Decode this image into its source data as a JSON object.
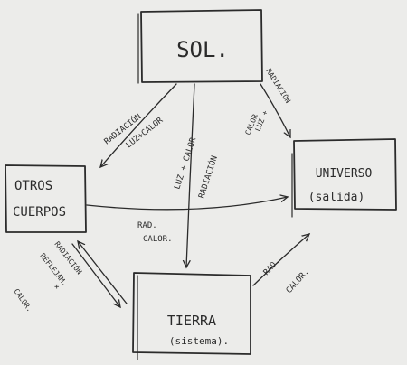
{
  "nodes": {
    "sol": {
      "label": "SOL."
    },
    "otros": {
      "line1": "OTROS",
      "line2": "CUERPOS"
    },
    "universo": {
      "line1": "UNIVERSO",
      "line2": "(salida)"
    },
    "tierra": {
      "line1": "TIERRA",
      "line2": "(sistema)."
    }
  },
  "edges": {
    "sol_otros": {
      "line1": "RADIACIÓN",
      "line2": "LUZ+CALOR"
    },
    "sol_universo": {
      "line1": "RADIACIÓN",
      "line2": "LUZ +",
      "line3": "CALOR"
    },
    "sol_tierra": {
      "line1": "LUZ + CALOR",
      "line2": "RADIACIÓN"
    },
    "otros_universo": {
      "line1": "RAD.",
      "line2": "CALOR."
    },
    "tierra_otros": {
      "line1": "RADIACIÓN",
      "line2": "REFLEJAM.",
      "line3": "+",
      "line4": "CALOR."
    },
    "tierra_universo": {
      "line1": "RAD.",
      "line2": "CALOR."
    }
  }
}
